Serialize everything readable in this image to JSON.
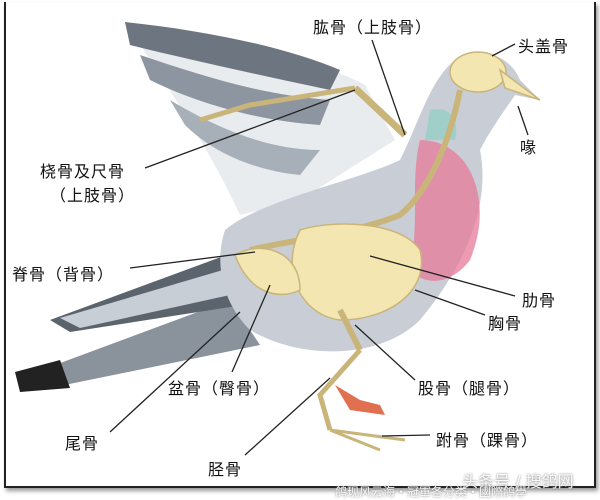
{
  "labels": {
    "humerus": "肱骨（上肢骨）",
    "skull": "头盖骨",
    "beak": "喙",
    "radius_ulna": "桡骨及尺骨",
    "radius_ulna_note": "（上肢骨）",
    "spine": "脊骨（背骨）",
    "ribs": "肋骨",
    "sternum": "胸骨",
    "femur": "股骨（腿骨）",
    "pelvis": "盆骨（臀骨）",
    "tail": "尾骨",
    "tibia": "胫骨",
    "tarsus": "跗骨（踝骨）"
  },
  "watermark": {
    "main": "头条号 / 搜鸽网",
    "sub": "鸽现风云海・冠軍各分类・國際鸽學"
  },
  "colors": {
    "line": "#222222",
    "bone": "#f3e6b0",
    "breast": "#e77a9a",
    "wing": "#6d7680"
  }
}
